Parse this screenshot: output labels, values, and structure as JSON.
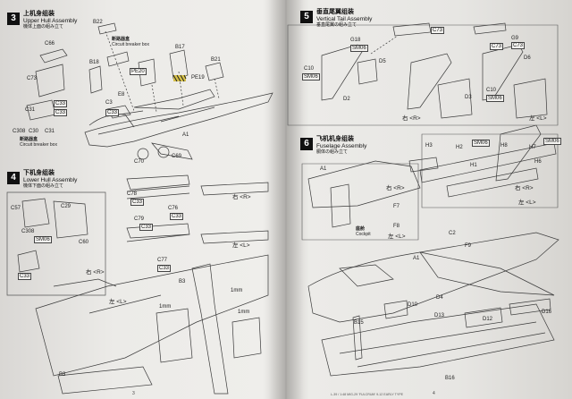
{
  "left_page": {
    "page_number": "3",
    "footer": "",
    "step3": {
      "number": "3",
      "title_cn": "上机身组装",
      "title_en": "Upper Hull Assembly",
      "title_jp": "機体上面の組み立て",
      "note_cn": "断路器盒",
      "note_en": "Circuit breaker box",
      "note2_cn": "断路器盒",
      "note2_en": "Circuit breaker box",
      "parts": [
        "C66",
        "C73",
        "B22",
        "B18",
        "B17",
        "B21",
        "PE20",
        "PE19",
        "E8",
        "C3",
        "C33",
        "C31",
        "C33",
        "C30",
        "C31",
        "C308",
        "C70",
        "C69",
        "A1",
        "C33"
      ]
    },
    "step4": {
      "number": "4",
      "title_cn": "下机身组装",
      "title_en": "Lower Hull Assembly",
      "title_jp": "機体下面の組み立て",
      "parts": [
        "C57",
        "C29",
        "C308",
        "C60",
        "SM06",
        "C78",
        "C76",
        "C33",
        "C79",
        "C33",
        "C33",
        "C77",
        "C33",
        "C33",
        "B3",
        "B3"
      ],
      "right_label": "右 <R>",
      "left_label": "左 <L>",
      "mm1": "1mm",
      "mm2": "1mm",
      "mm3": "1mm"
    }
  },
  "right_page": {
    "page_number": "4",
    "footer": "L-39 / 1:48 MIG-29 'FULCRUM' 9-12 EARLY TYPE",
    "step5": {
      "number": "5",
      "title_cn": "垂直尾翼组装",
      "title_en": "Vertical Tail Assembly",
      "title_jp": "垂直尾翼の組み立て",
      "parts": [
        "G18",
        "SM06",
        "C10",
        "SM06",
        "C73",
        "C73",
        "G9",
        "C73",
        "D5",
        "D6",
        "D2",
        "D3",
        "C10",
        "SM06"
      ],
      "right_label": "右 <R>",
      "left_label": "左 <L>"
    },
    "step6": {
      "number": "6",
      "title_cn": "飞机机身组装",
      "title_en": "Fuselage Assembly",
      "title_jp": "胴体の組み立て",
      "parts": [
        "H3",
        "H2",
        "SM06",
        "H1",
        "H8",
        "H7",
        "H6",
        "SM06",
        "A1",
        "F7",
        "F8",
        "C2",
        "F9",
        "A1",
        "D4",
        "D10",
        "D13",
        "D12",
        "D16",
        "B15",
        "B16"
      ],
      "right_label_1": "右 <R>",
      "left_label_1": "左 <L>",
      "right_label_2": "右 <R>",
      "left_label_2": "左 <L>",
      "cockpit_cn": "座舱",
      "cockpit_en": "Cockpit"
    }
  },
  "colors": {
    "paper": "#eeede9",
    "ink": "#2b2b2b",
    "step_box": "#111111"
  }
}
